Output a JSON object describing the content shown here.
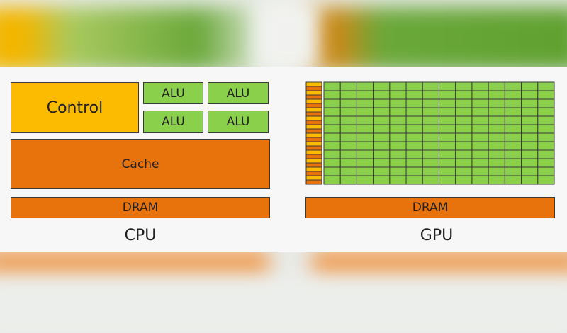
{
  "cpu": {
    "control_label": "Control",
    "alu_labels": [
      "ALU",
      "ALU",
      "ALU",
      "ALU"
    ],
    "cache_label": "Cache",
    "dram_label": "DRAM",
    "caption": "CPU"
  },
  "gpu": {
    "dram_label": "DRAM",
    "caption": "GPU",
    "grid_rows": 12,
    "alu_columns": 14,
    "control_cache_columns": 1
  },
  "colors": {
    "control": "#fdbb00",
    "alu": "#8bd04b",
    "cache": "#e8720c",
    "dram": "#e8720c"
  }
}
